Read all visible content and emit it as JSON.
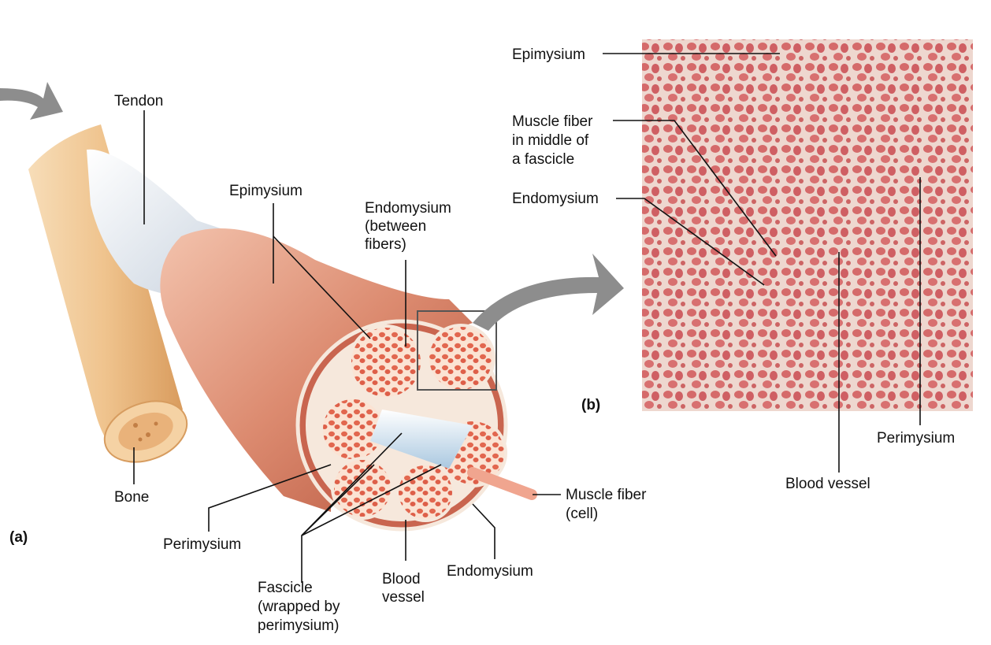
{
  "panel_a": {
    "id": "(a)",
    "labels": {
      "tendon": "Tendon",
      "bone": "Bone",
      "epimysium": "Epimysium",
      "endomysium_between": [
        "Endomysium",
        "(between",
        "fibers)"
      ],
      "perimysium": "Perimysium",
      "fascicle": [
        "Fascicle",
        "(wrapped by",
        "perimysium)"
      ],
      "blood_vessel": [
        "Blood",
        "vessel"
      ],
      "endomysium": "Endomysium",
      "muscle_fiber": [
        "Muscle fiber",
        "(cell)"
      ]
    }
  },
  "panel_b": {
    "id": "(b)",
    "labels": {
      "epimysium": "Epimysium",
      "muscle_fiber_middle": [
        "Muscle fiber",
        "in middle of",
        "a fascicle"
      ],
      "endomysium": "Endomysium",
      "perimysium": "Perimysium",
      "blood_vessel": "Blood vessel"
    }
  },
  "colors": {
    "muscle": "#d9826a",
    "muscle_dark": "#b85a45",
    "tendon": "#dfe6ee",
    "bone": "#f1c99a",
    "fiber": "#e06a55",
    "connective": "#f6e8dc",
    "arrow": "#8d8d8d",
    "micro_bg": "#e8cfc6",
    "micro_cell": "#d46a6a"
  }
}
